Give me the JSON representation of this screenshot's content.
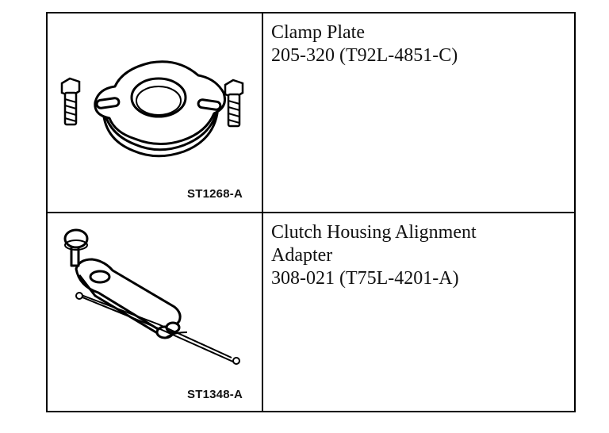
{
  "rows": [
    {
      "image_code": "ST1268-A",
      "name": "Clamp Plate",
      "part_number": "205-320 (T92L-4851-C)",
      "icon": "clamp-plate-drawing"
    },
    {
      "image_code": "ST1348-A",
      "name": "Clutch Housing Alignment\nAdapter",
      "part_number": "308-021 (T75L-4201-A)",
      "icon": "alignment-adapter-drawing"
    }
  ]
}
